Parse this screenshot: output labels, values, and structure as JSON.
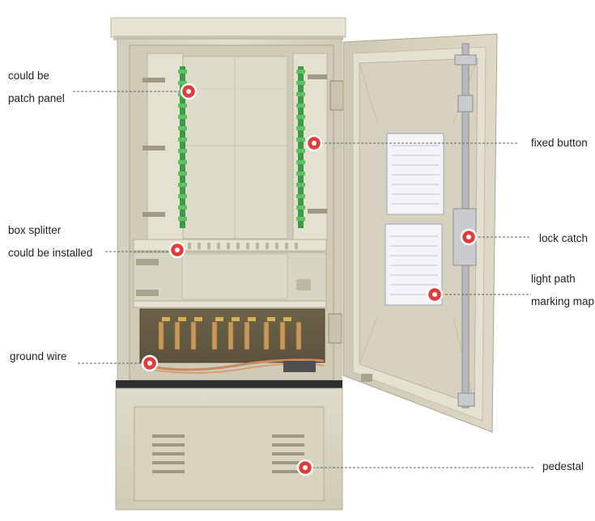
{
  "callouts": [
    {
      "id": "patch-panel",
      "lines": [
        "could be",
        "patch panel"
      ]
    },
    {
      "id": "fixed-button",
      "lines": [
        "fixed button"
      ]
    },
    {
      "id": "box-splitter",
      "lines": [
        "box splitter",
        "could be installed"
      ]
    },
    {
      "id": "lock-catch",
      "lines": [
        "lock catch"
      ]
    },
    {
      "id": "light-path",
      "lines": [
        "light path",
        "marking map"
      ]
    },
    {
      "id": "ground-wire",
      "lines": [
        "ground wire"
      ]
    },
    {
      "id": "pedestal",
      "lines": [
        "pedestal"
      ]
    }
  ],
  "colors": {
    "cabinet_body": "#d9d6c3",
    "cabinet_shadow": "#bdb9a5",
    "adapter_green": "#4caf50",
    "copper_bar": "#b98a4d",
    "marker_red": "#e23b3b"
  }
}
